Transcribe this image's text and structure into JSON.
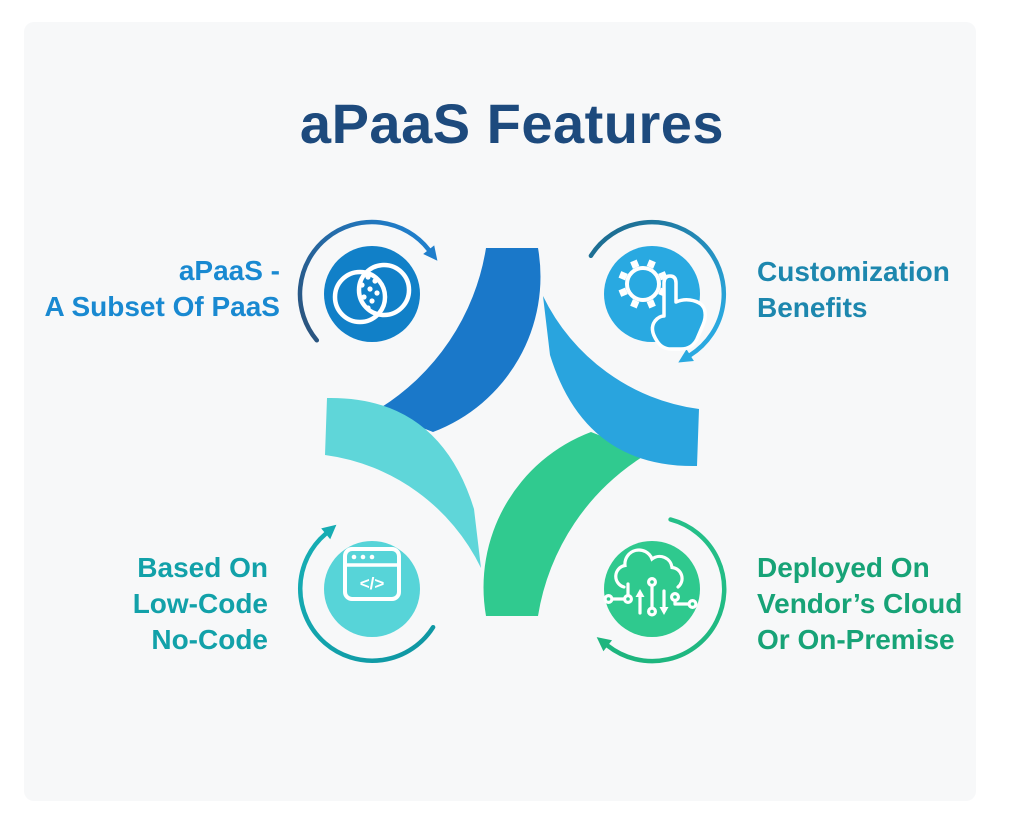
{
  "title": "aPaaS Features",
  "title_color": "#1d4a7d",
  "panel_color": "#f7f8f9",
  "quadrants": {
    "top_left": {
      "lines": [
        "aPaaS -",
        "A Subset Of PaaS"
      ],
      "icon": "venn-overlap-icon",
      "text_color": "#1989d1",
      "circle_color": "#1180c8",
      "arrow_color_start": "#2a5580",
      "arrow_color_end": "#1f7ecb"
    },
    "top_right": {
      "lines": [
        "Customization",
        "Benefits"
      ],
      "icon": "gear-hand-icon",
      "text_color": "#1d87ae",
      "circle_color": "#29a9e1",
      "arrow_color_start": "#1d6f94",
      "arrow_color_end": "#2aa9e0"
    },
    "bottom_left": {
      "lines": [
        "Based On",
        "Low-Code",
        "No-Code"
      ],
      "icon": "code-window-icon",
      "text_color": "#12a1a9",
      "circle_color": "#57d4d8",
      "code_symbol": "</>",
      "arrow_color_start": "#0f98a4",
      "arrow_color_end": "#16acb3"
    },
    "bottom_right": {
      "lines": [
        "Deployed On",
        "Vendor’s Cloud",
        "Or On-Premise"
      ],
      "icon": "cloud-network-icon",
      "text_color": "#17a377",
      "circle_color": "#2fc98e",
      "arrow_color_start": "#24bf88",
      "arrow_color_end": "#1db57e"
    }
  },
  "pinwheel": {
    "top_left_blade_color": "#1a78c9",
    "top_right_blade_color": "#29a4de",
    "bottom_left_blade_color": "#5fd6d9",
    "bottom_right_blade_color": "#30ca8f"
  }
}
